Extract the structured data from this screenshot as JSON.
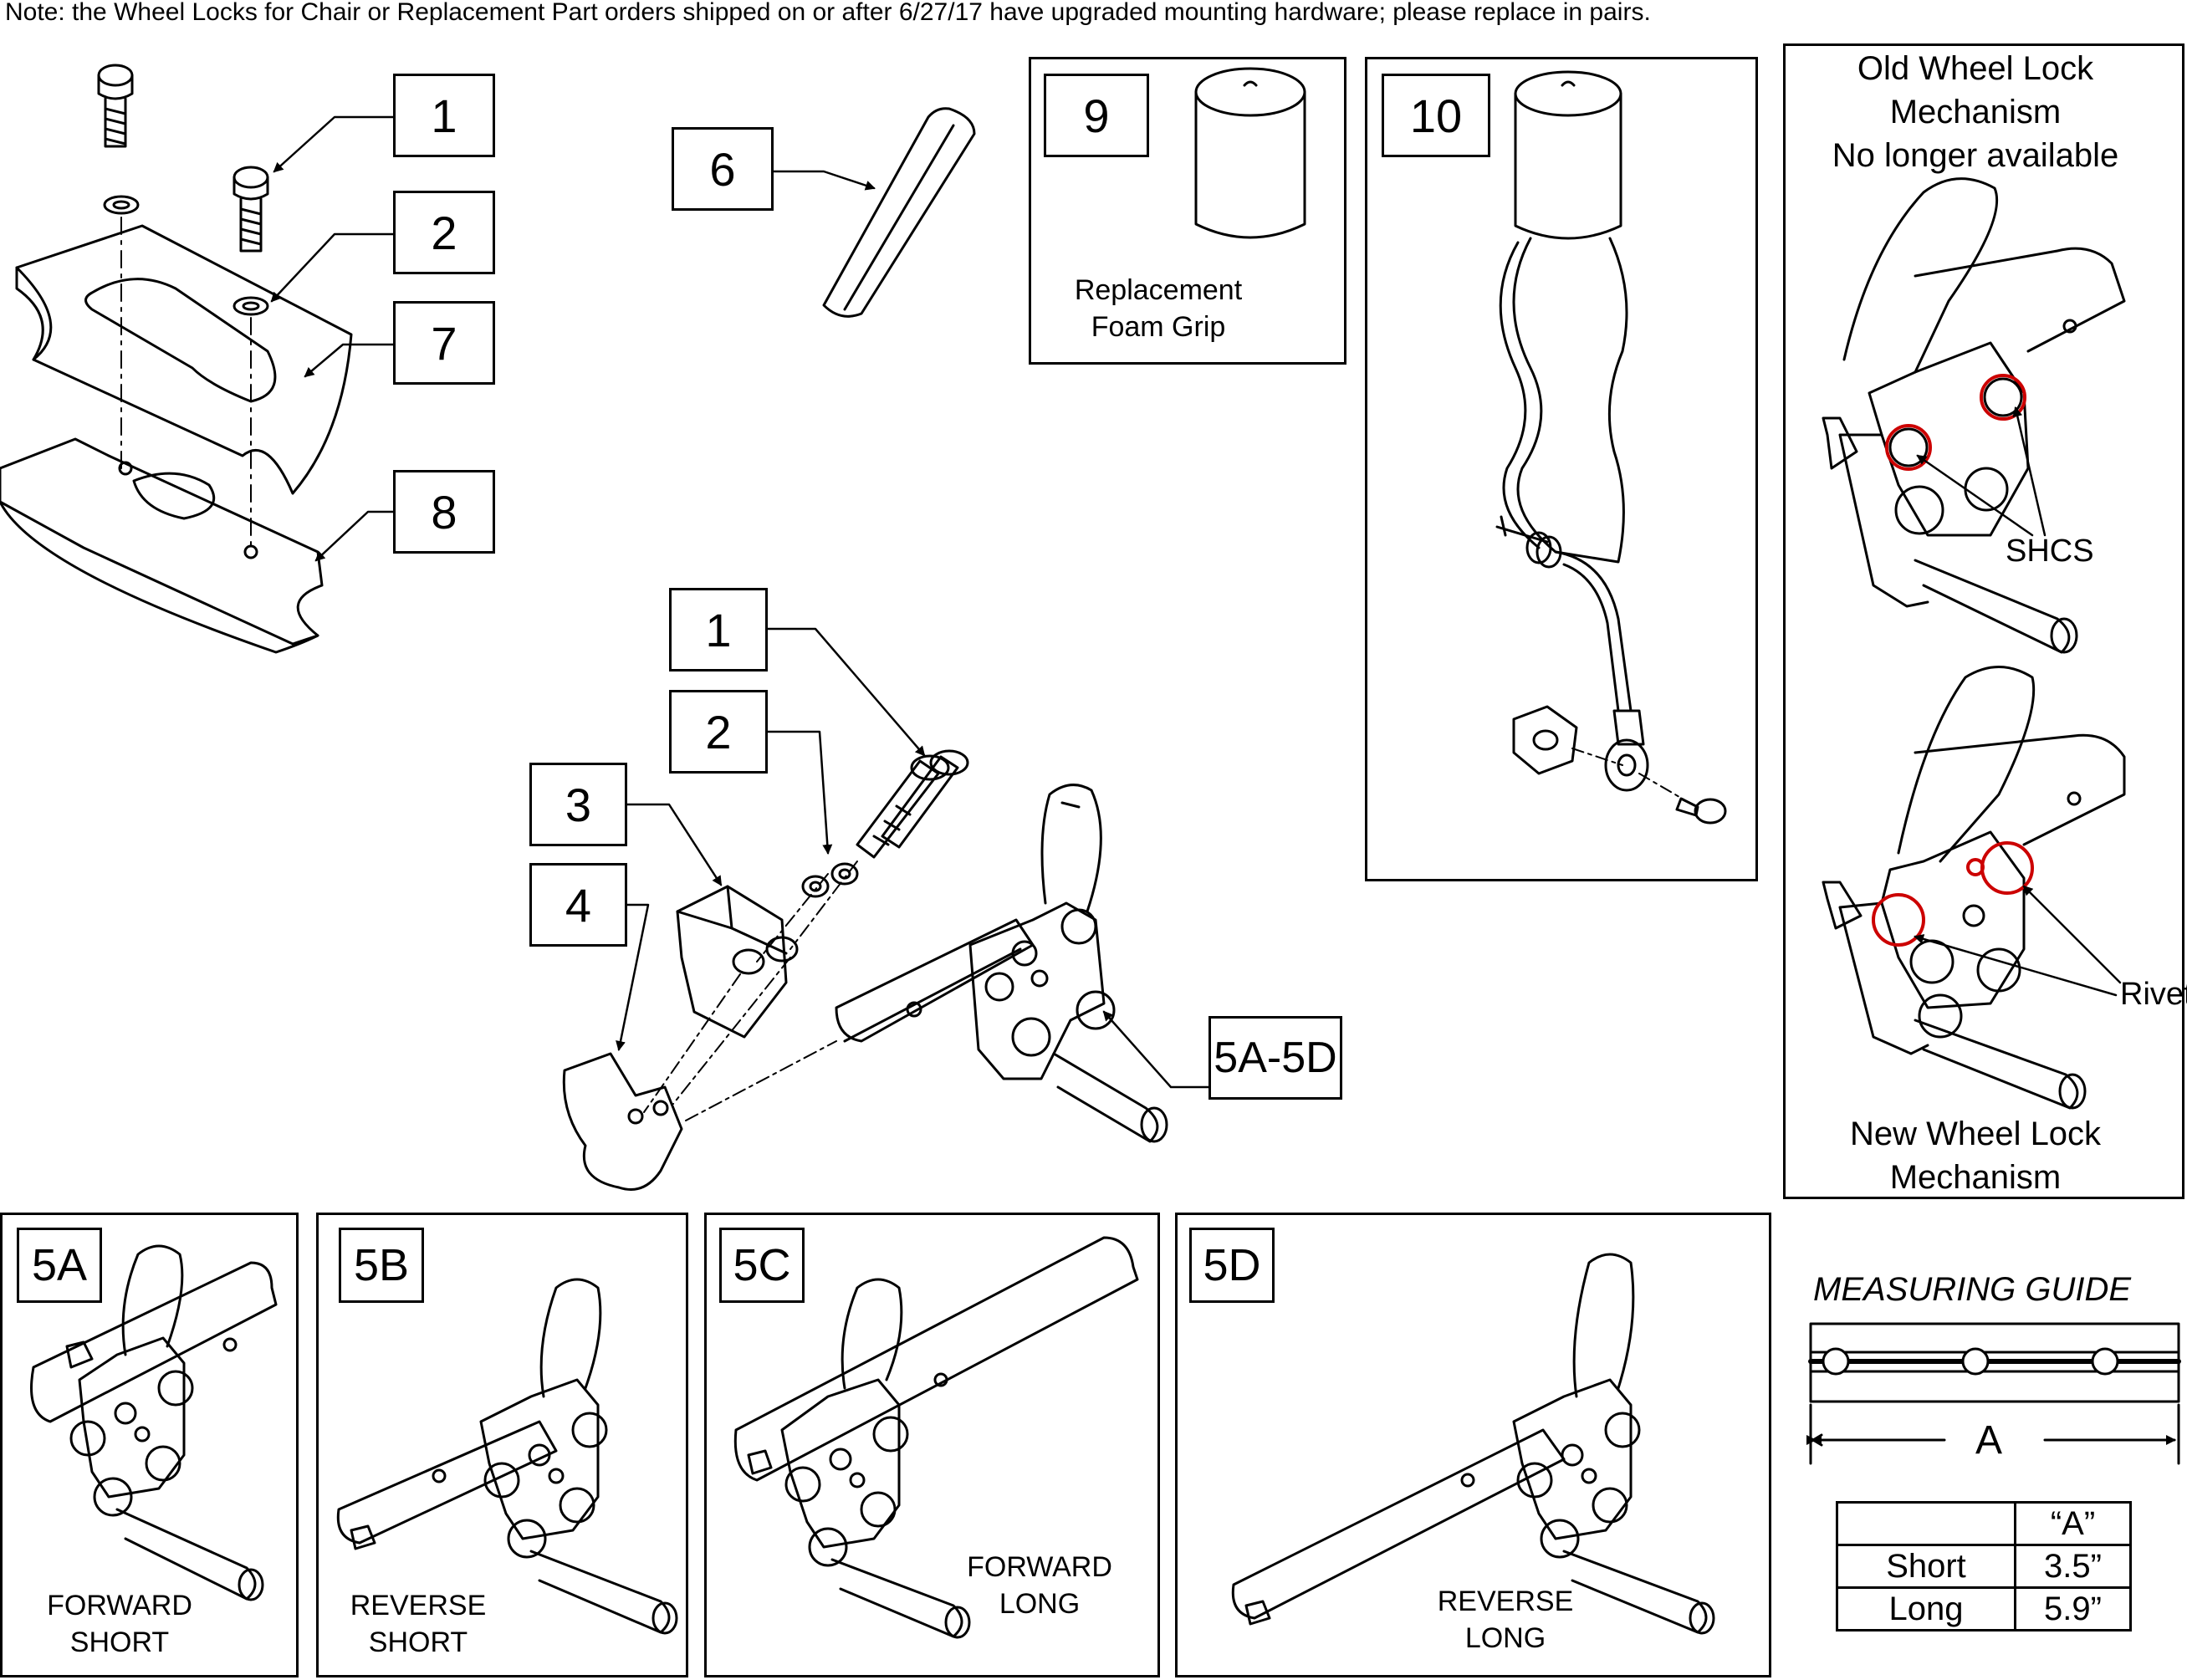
{
  "note": "Note: the Wheel Locks for Chair or Replacement Part orders shipped on or after 6/27/17 have upgraded mounting hardware; please replace in pairs.",
  "callouts": {
    "top": [
      "1",
      "2",
      "7",
      "8",
      "6"
    ],
    "mid": [
      "1",
      "2",
      "3",
      "4"
    ],
    "wheel_lock": "5A-5D"
  },
  "part9": {
    "number": "9",
    "caption_line1": "Replacement",
    "caption_line2": "Foam Grip"
  },
  "part10": {
    "number": "10"
  },
  "mechanism": {
    "old_line1": "Old Wheel Lock",
    "old_line2": "Mechanism",
    "old_line3": "No longer available",
    "shcs_label": "SHCS",
    "rivets_label": "Rivets",
    "new_line1": "New Wheel Lock",
    "new_line2": "Mechanism"
  },
  "variants": [
    {
      "id": "5A",
      "line1": "FORWARD",
      "line2": "SHORT"
    },
    {
      "id": "5B",
      "line1": "REVERSE",
      "line2": "SHORT"
    },
    {
      "id": "5C",
      "line1": "FORWARD",
      "line2": "LONG"
    },
    {
      "id": "5D",
      "line1": "REVERSE",
      "line2": "LONG"
    }
  ],
  "measuring_guide": {
    "title": "MEASURING GUIDE",
    "dimension_label": "A",
    "table": {
      "header": [
        "",
        "“A”"
      ],
      "rows": [
        [
          "Short",
          "3.5”"
        ],
        [
          "Long",
          "5.9”"
        ]
      ]
    }
  },
  "colors": {
    "line": "#000000",
    "highlight": "#cc0000",
    "background": "#ffffff"
  }
}
